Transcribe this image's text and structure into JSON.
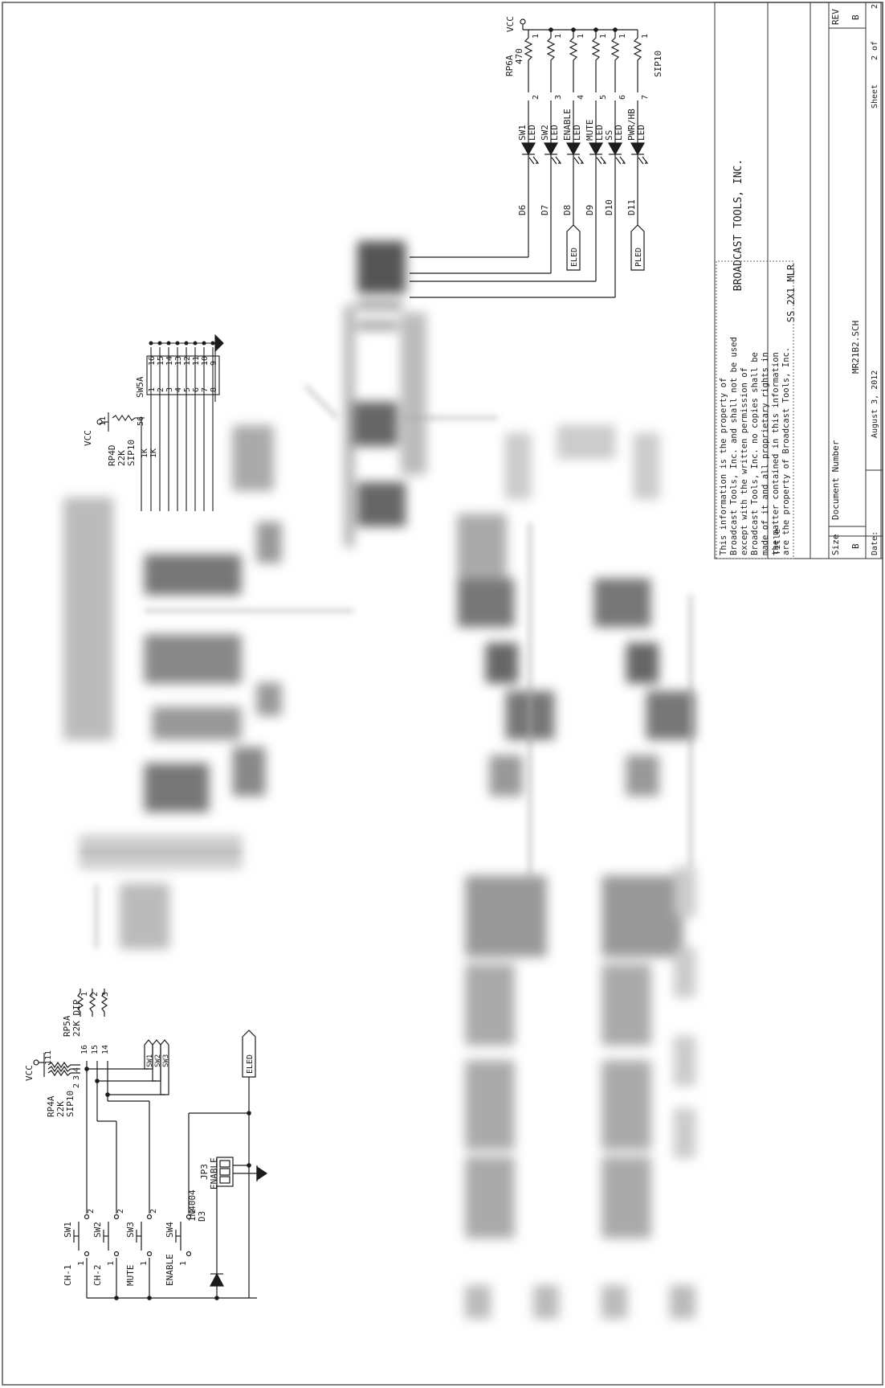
{
  "title_block": {
    "company": "BROADCAST TOOLS, INC.",
    "title_label": "Title",
    "title": "SS 2X1 MLR",
    "size_label": "Size",
    "size": "B",
    "docnum_label": "Document Number",
    "docnum": "MR21B2.SCH",
    "rev_label": "REV",
    "rev": "B",
    "date_label": "Date:",
    "date": "August 3, 2012",
    "sheet_label": "Sheet",
    "sheet_value": "2 of",
    "sheet_total": "2"
  },
  "notice": [
    "This information is the property of",
    "Broadcast Tools, Inc. and shall not be used",
    "except with the written permission of",
    "Broadcast Tools, Inc. no copies shall be",
    "made of it and all proprietary rights in",
    "the matter contained in this information",
    "are the property of Broadcast Tools, Inc."
  ],
  "led_section": {
    "vcc": "VCC",
    "rp6a": [
      "RP6A",
      "470"
    ],
    "rp6a_pkg": "SIP10",
    "pins_top": [
      "1",
      "1",
      "1",
      "1",
      "1",
      "1"
    ],
    "pins_bottom": [
      "2",
      "3",
      "4",
      "5",
      "6",
      "7"
    ],
    "leds": [
      {
        "ref": "D6",
        "name": "SW1",
        "type": "LED"
      },
      {
        "ref": "D7",
        "name": "SW2",
        "type": "LED"
      },
      {
        "ref": "D8",
        "name": "ENABLE",
        "type": "LED"
      },
      {
        "ref": "D9",
        "name": "MUTE",
        "type": "LED"
      },
      {
        "ref": "D10",
        "name": "SS",
        "type": "LED"
      },
      {
        "ref": "D11",
        "name": "PWR/HB",
        "type": "LED"
      }
    ],
    "ports": [
      "ELED",
      "PLED"
    ]
  },
  "switch_section": {
    "vcc_top": "VCC",
    "rp4d": [
      "RP4D",
      "22K",
      "SIP10"
    ],
    "rp4d_pins": [
      "11",
      "56"
    ],
    "sw5a": "SW5A",
    "sw5a_left": [
      "1",
      "2",
      "3",
      "4",
      "5",
      "6",
      "7",
      "8"
    ],
    "sw5a_right": [
      "16",
      "15",
      "14",
      "13",
      "12",
      "11",
      "10",
      "9"
    ],
    "res_1k": [
      "1K",
      "1K"
    ]
  },
  "buttons_section": {
    "vcc": "VCC",
    "rp4a": [
      "RP4A",
      "22K",
      "SIP10"
    ],
    "rp4a_pins": [
      "2",
      "3",
      "4"
    ],
    "rp4a_top": "111",
    "rp5a": [
      "RP5A",
      "22K DIP"
    ],
    "rp5a_pins": [
      "16",
      "15",
      "14"
    ],
    "rp5a_other": [
      "1",
      "2",
      "3"
    ],
    "switches": [
      {
        "label": "CH-1",
        "ref": "SW1"
      },
      {
        "label": "CH-2",
        "ref": "SW2"
      },
      {
        "label": "MUTE",
        "ref": "SW3"
      },
      {
        "label": "ENABLE",
        "ref": "SW4"
      }
    ],
    "pin1": "1",
    "pin2": "2",
    "ports_sw": [
      "SW1",
      "SW2",
      "SW3"
    ],
    "port_eled": "ELED",
    "diode": [
      "1N4004",
      "D3"
    ],
    "jumper": [
      "JP3",
      "ENABLE"
    ]
  },
  "colors": {
    "ink": "#1c1c1c",
    "paper": "#ffffff",
    "blur_gray": "#8a8a8a"
  }
}
